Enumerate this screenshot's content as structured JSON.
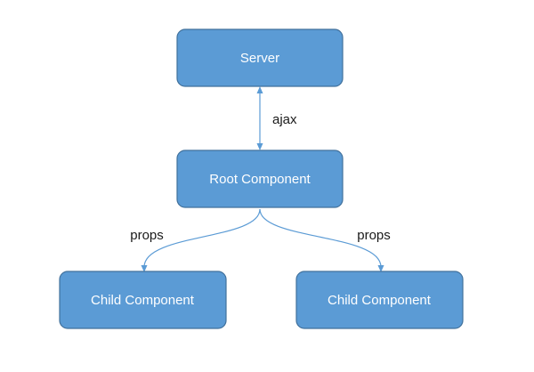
{
  "nodes": {
    "server": {
      "label": "Server"
    },
    "root": {
      "label": "Root Component"
    },
    "child_left": {
      "label": "Child Component"
    },
    "child_right": {
      "label": "Child Component"
    }
  },
  "edges": {
    "server_root": {
      "label": "ajax"
    },
    "root_child_left": {
      "label": "props"
    },
    "root_child_right": {
      "label": "props"
    }
  },
  "colors": {
    "node_fill": "#5b9bd5",
    "node_stroke": "#41719c",
    "connector": "#5b9bd5",
    "node_text": "#ffffff",
    "label_text": "#1a1a1a"
  }
}
